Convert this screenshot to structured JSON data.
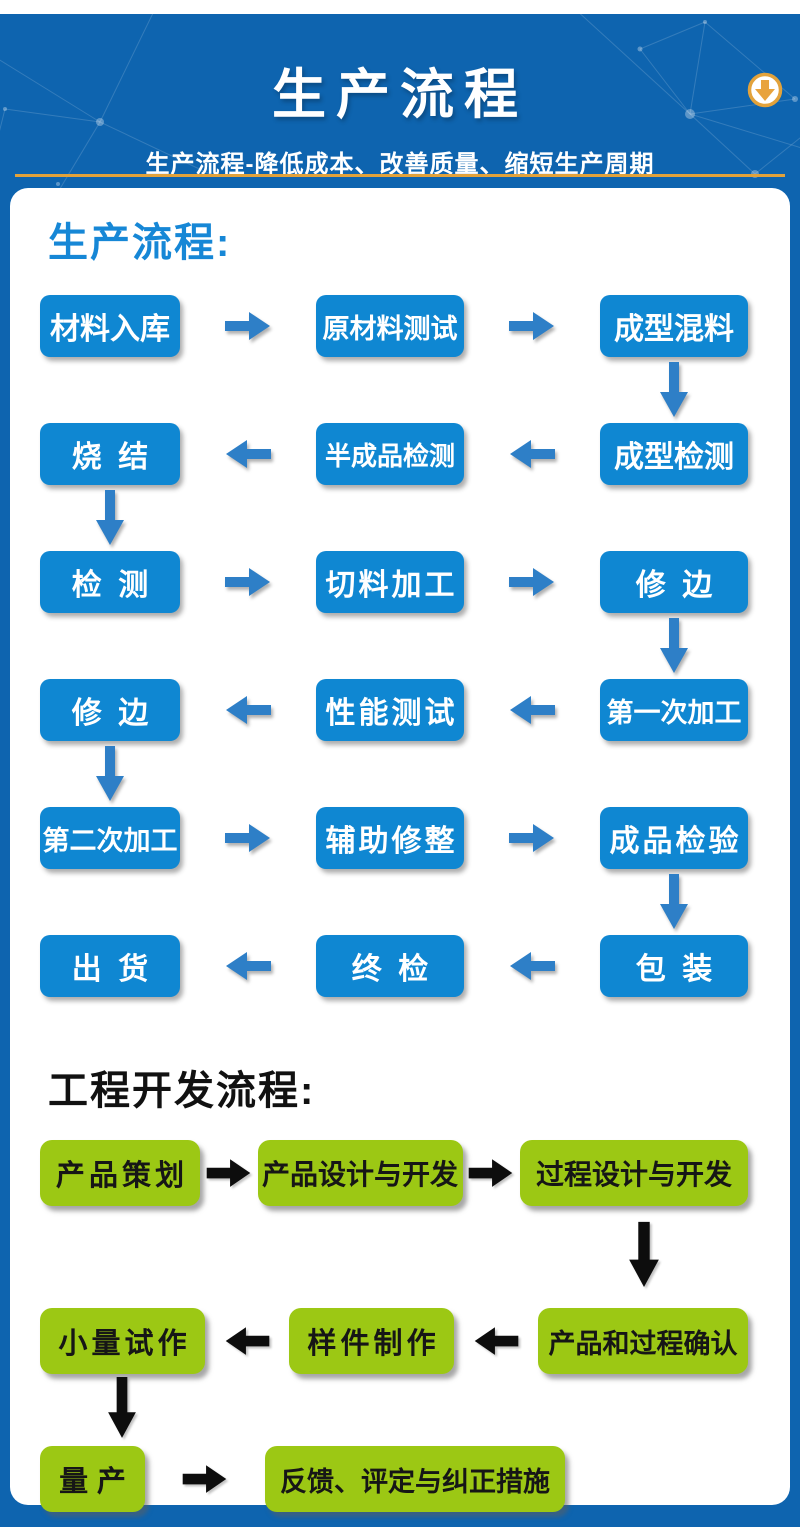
{
  "header": {
    "title": "生产流程",
    "subtitle": "生产流程-降低成本、改善质量、缩短生产周期",
    "badge_icon": "circle-down-arrow"
  },
  "colors": {
    "header_bg": "#0E64AF",
    "accent_gold": "#E2A23B",
    "flow_box_blue": "#0F87D2",
    "flow_arrow_blue": "#2E7FC7",
    "flow_box_green": "#9CC814",
    "flow_arrow_black": "#0D0D0D",
    "heading_blue": "#1687D6",
    "heading_black": "#111111"
  },
  "production_flow": {
    "heading": "生产流程:",
    "rows": [
      {
        "boxes": [
          "材料入库",
          "原材料测试",
          "成型混料"
        ],
        "arrow_direction": "right",
        "down_arrow_after": "right"
      },
      {
        "boxes": [
          "烧结",
          "半成品检测",
          "成型检测"
        ],
        "arrow_direction": "left",
        "down_arrow_after": "left"
      },
      {
        "boxes": [
          "检测",
          "切料加工",
          "修边"
        ],
        "arrow_direction": "right",
        "down_arrow_after": "right"
      },
      {
        "boxes": [
          "修边",
          "性能测试",
          "第一次加工"
        ],
        "arrow_direction": "left",
        "down_arrow_after": "left"
      },
      {
        "boxes": [
          "第二次加工",
          "辅助修整",
          "成品检验"
        ],
        "arrow_direction": "right",
        "down_arrow_after": "right"
      },
      {
        "boxes": [
          "出货",
          "终检",
          "包装"
        ],
        "arrow_direction": "left",
        "down_arrow_after": null
      }
    ]
  },
  "engineering_flow": {
    "heading": "工程开发流程:",
    "rows": [
      {
        "boxes": [
          "产品策划",
          "产品设计与开发",
          "过程设计与开发"
        ],
        "arrow_direction": "right",
        "down_arrow_after": "right"
      },
      {
        "boxes": [
          "小量试作",
          "样件制作",
          "产品和过程确认"
        ],
        "arrow_direction": "left",
        "down_arrow_after": "left"
      },
      {
        "boxes": [
          "量产",
          "反馈、评定与纠正措施"
        ],
        "arrow_direction": "right",
        "down_arrow_after": null
      }
    ]
  }
}
